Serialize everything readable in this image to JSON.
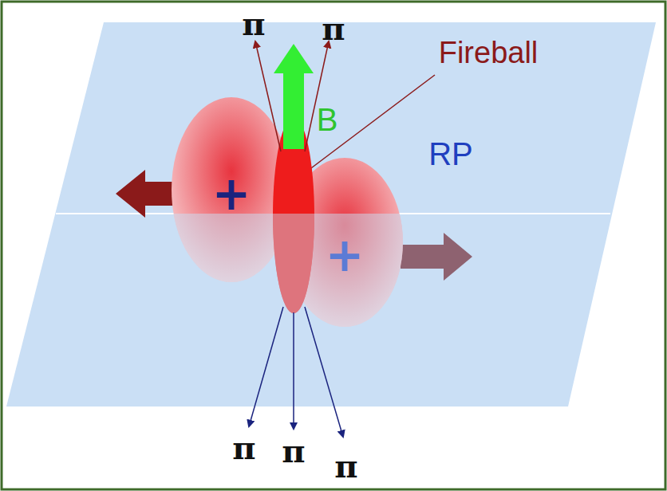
{
  "diagram": {
    "nodes": [
      {
        "text": [
          "+"
        ]
      },
      {
        "text": [
          "+"
        ]
      }
    ],
    "labels": [
      "π",
      "π",
      "B",
      "Fireball",
      "RP",
      "π",
      "π",
      "π"
    ]
  }
}
